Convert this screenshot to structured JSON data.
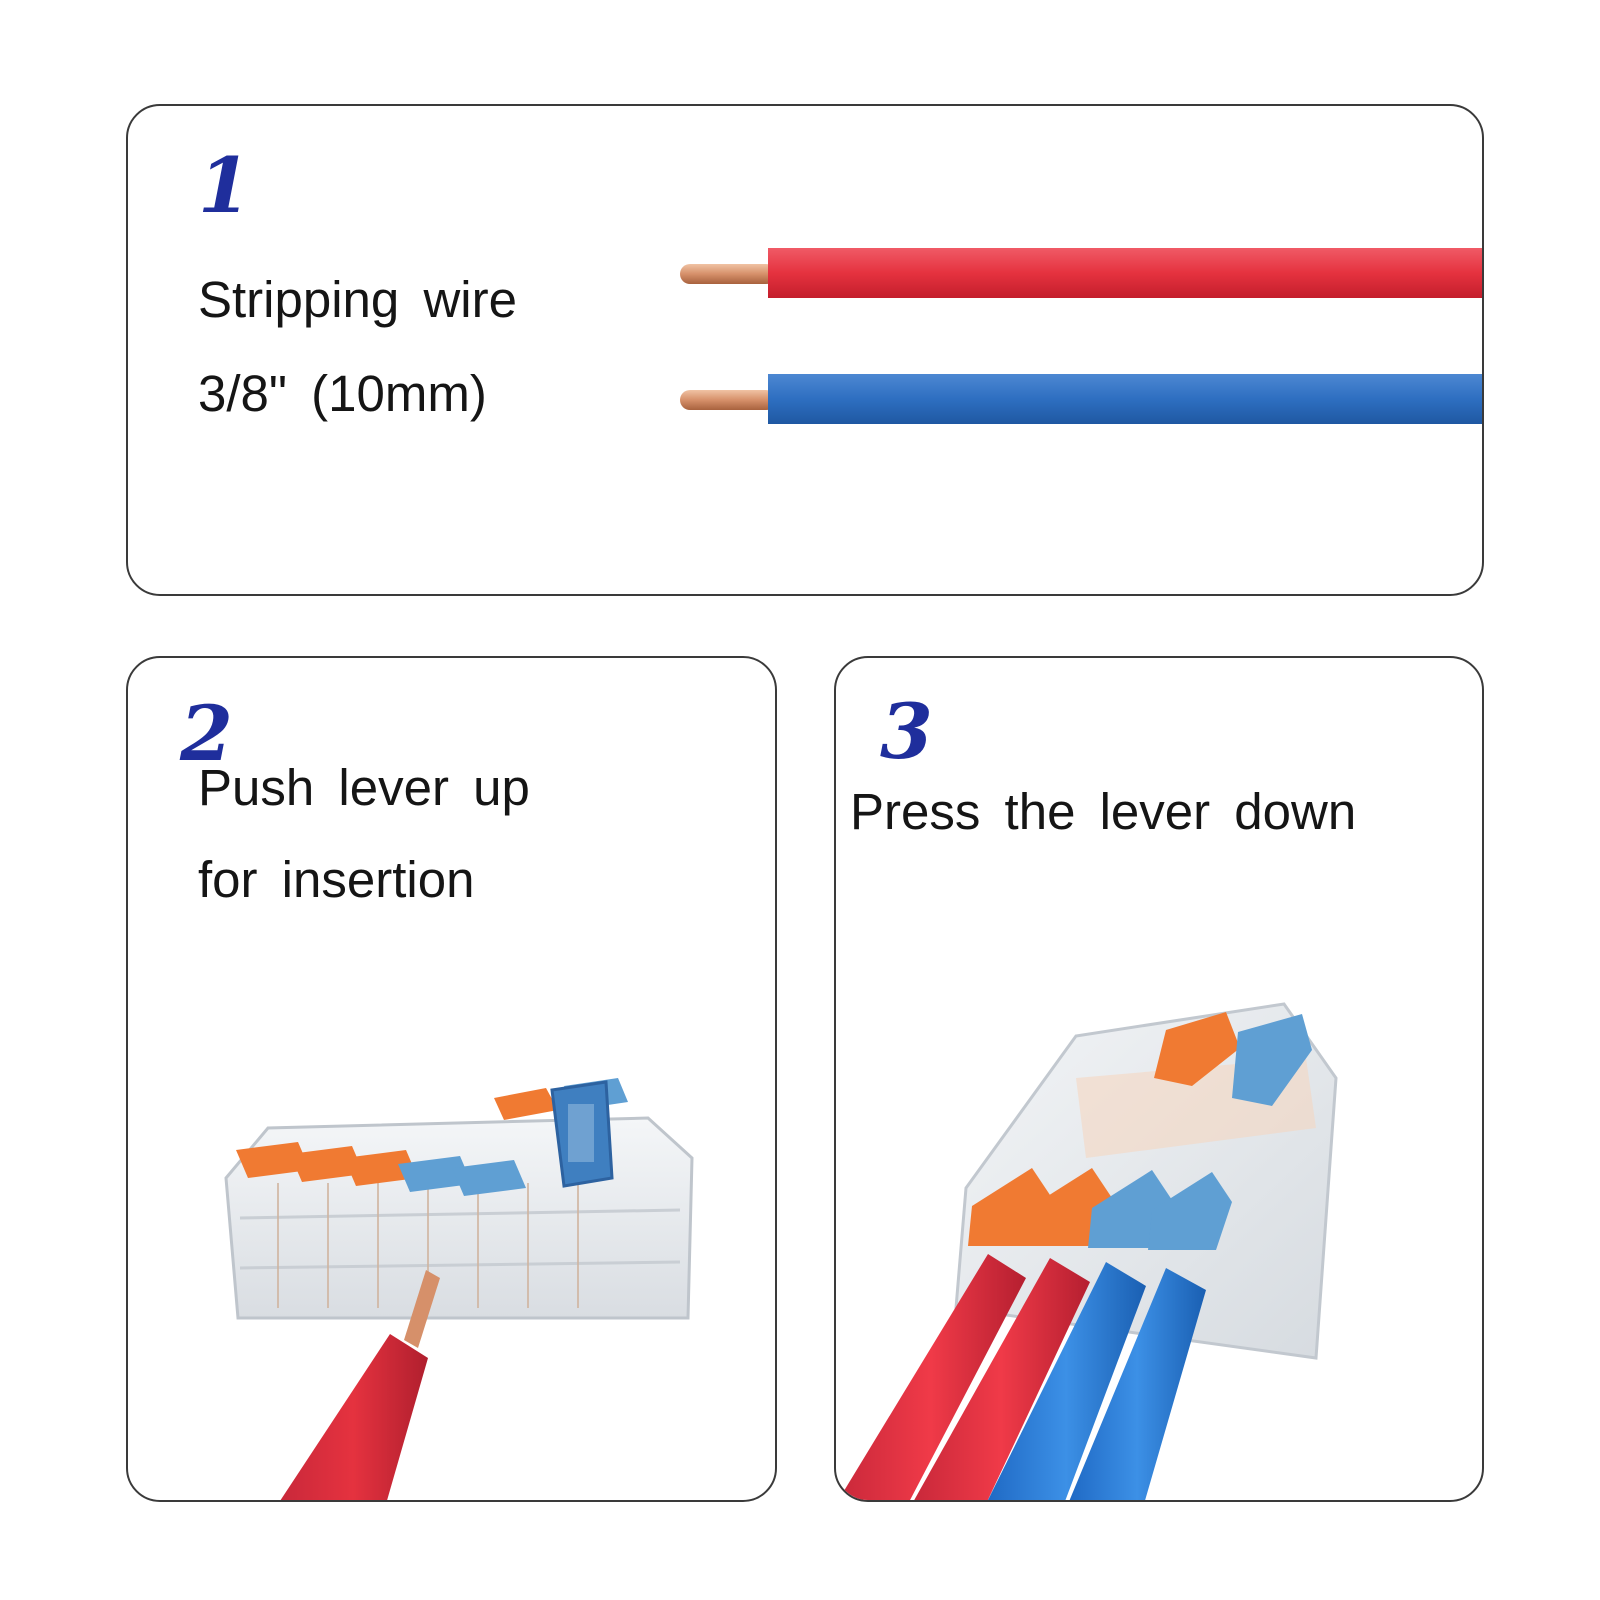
{
  "colors": {
    "step_number": "#1f2e9c",
    "wire_red": "#e5323f",
    "wire_blue": "#2e6fc1",
    "copper": "#d6906a",
    "lever_orange": "#f07a32",
    "lever_blue": "#5f9fd3"
  },
  "steps": [
    {
      "number": "1",
      "lines": [
        "Stripping wire",
        "3/8\" (10mm)"
      ]
    },
    {
      "number": "2",
      "lines": [
        "Push lever up",
        "for insertion"
      ]
    },
    {
      "number": "3",
      "lines": [
        "Press the lever down"
      ]
    }
  ]
}
